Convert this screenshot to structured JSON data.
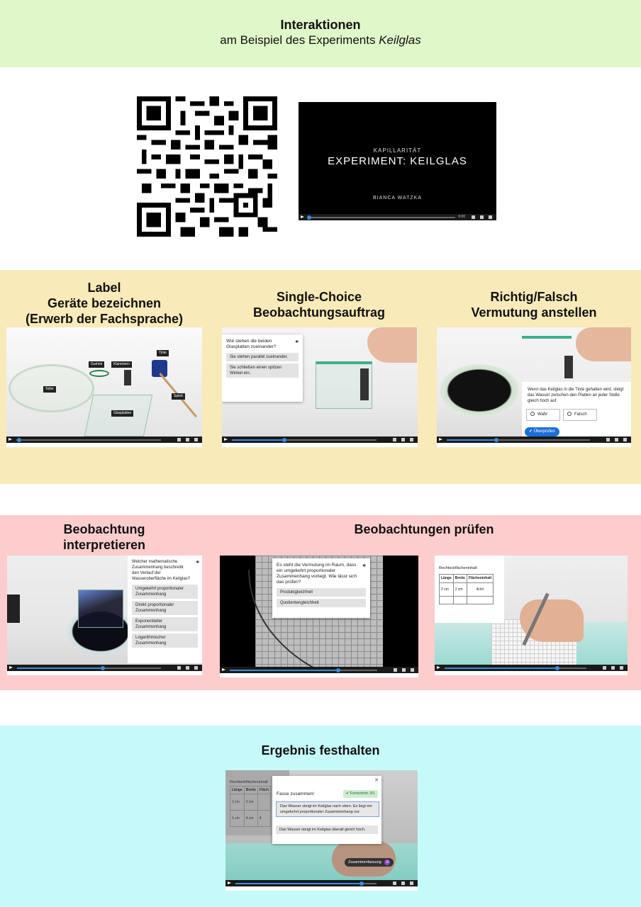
{
  "header": {
    "title": "Interaktionen",
    "subtitle_prefix": "am Beispiel des Experiments ",
    "subtitle_em": "Keilglas"
  },
  "colors": {
    "green": "#dff7c9",
    "yellow": "#f8eab9",
    "pink": "#fdcdcd",
    "cyan": "#c6fafa",
    "blue": "#1a6fd9"
  },
  "title_video": {
    "kicker": "KAPILLARITÄT",
    "title": "EXPERIMENT: KEILGLAS",
    "author": "BIANCA WATZKA",
    "time": "0:00"
  },
  "section1": {
    "col1": {
      "heading_line1": "Label",
      "heading_line2": "Geräte bezeichnen",
      "heading_line3": "(Erwerb der Fachsprache)",
      "tags": [
        "Gummi",
        "Klammern",
        "Tinte",
        "Teller",
        "Spieß",
        "Glasplatten"
      ]
    },
    "col2": {
      "heading_line1": "Single-Choice",
      "heading_line2": "Beobachtungsauftrag",
      "question": "Wie stehen die beiden Glasplatten zueinander?",
      "options": [
        "Sie stehen parallel zueinander.",
        "Sie schließen einen spitzen Winkel ein."
      ]
    },
    "col3": {
      "heading_line1": "Richtig/Falsch",
      "heading_line2": "Vermutung anstellen",
      "statement": "Wenn das Keilglas in die Tinte gehalten wird, steigt das Wasser zwischen den Platten an jeder Stelle gleich hoch auf.",
      "true_label": "Wahr",
      "false_label": "Falsch",
      "check_label": "Überprüfen"
    }
  },
  "section2": {
    "col1": {
      "heading_line1": "Beobachtung",
      "heading_line2": "interpretieren",
      "question": "Welcher mathematische Zusammenhang beschreibt den Verlauf der Wasseroberfläche im Keilglas?",
      "options": [
        "Umgekehrt proportionaler Zusammenhang",
        "Direkt proportionaler Zusammenhang",
        "Exponentieller Zusammenhang",
        "Logarithmischer Zusammenhang"
      ]
    },
    "heading_right": "Beobachtungen prüfen",
    "col2": {
      "question": "Es steht die Vermutung im Raum, dass ein umgekehrt proportionaler Zusammenhang vorliegt. Wie lässt sich das prüfen?",
      "options": [
        "Produktgleichheit",
        "Quotientengleichheit"
      ]
    },
    "col3": {
      "table_title": "Rechteckflächeninhalt",
      "headers": [
        "Länge",
        "Breite",
        "Flächeninhalt"
      ],
      "row1": [
        "2 cm",
        "2 cm",
        "4cm²"
      ]
    }
  },
  "section3": {
    "heading": "Ergebnis festhalten",
    "bg_title": "Rechteckflächeninhalt",
    "bg_headers": [
      "Länge",
      "Breite",
      "Fläch"
    ],
    "bg_rows": [
      [
        "2 cm",
        "2 cm",
        ""
      ],
      [
        "1 cm",
        "4 cm",
        "4"
      ]
    ],
    "prompt": "Fasse zusammen!",
    "progress": "Fortschritt: 0/1",
    "options": [
      "Das Wasser steigt im Keilglas nach oben. Es liegt ein umgekehrt proportionaler Zusammenhang vor.",
      "Das Wasser steigt im Keilglas überall gleich hoch."
    ],
    "summary_button": "Zusammenfassung",
    "summary_count": "0"
  }
}
